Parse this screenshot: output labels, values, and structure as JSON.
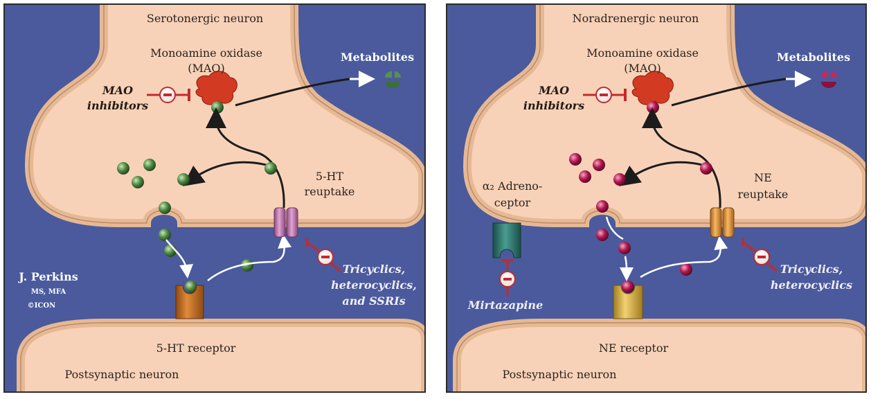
{
  "left_panel": {
    "neuron_title": "Serotonergic neuron",
    "enzyme_line1": "Monoamine oxidase",
    "enzyme_line2": "(MAO)",
    "inhibitor_line1": "MAO",
    "inhibitor_line2": "inhibitors",
    "metabolites": "Metabolites",
    "reuptake_line1": "5-HT",
    "reuptake_line2": "reuptake",
    "drugs_line1": "Tricyclics,",
    "drugs_line2": "heterocyclics,",
    "drugs_line3": "and SSRIs",
    "receptor": "5-HT receptor",
    "postsynaptic": "Postsynaptic neuron",
    "credit_name": "J. Perkins",
    "credit_degree": "MS, MFA",
    "credit_logo": "©ICON",
    "transmitter_color": "#4f8a45",
    "transporter_color": "#c882b4",
    "receptor_color": "#c6702a"
  },
  "right_panel": {
    "neuron_title": "Noradrenergic neuron",
    "enzyme_line1": "Monoamine oxidase",
    "enzyme_line2": "(MAO)",
    "inhibitor_line1": "MAO",
    "inhibitor_line2": "inhibitors",
    "metabolites": "Metabolites",
    "reuptake_line1": "NE",
    "reuptake_line2": "reuptake",
    "autoreceptor_line1": "α₂ Adreno-",
    "autoreceptor_line2": "ceptor",
    "drugs_line1": "Tricyclics,",
    "drugs_line2": "heterocyclics",
    "mirtazapine": "Mirtazapine",
    "receptor": "NE receptor",
    "postsynaptic": "Postsynaptic neuron",
    "transmitter_color": "#b2174f",
    "transporter_color": "#e39a3a",
    "receptor_color": "#ddb64a",
    "autoreceptor_color": "#2f7a72"
  },
  "colors": {
    "background": "#4a5a9c",
    "cytoplasm": "#f8d2b8",
    "membrane": "#e9bb96",
    "enzyme": "#d23a22",
    "inhibit_line": "#c42a2a"
  }
}
